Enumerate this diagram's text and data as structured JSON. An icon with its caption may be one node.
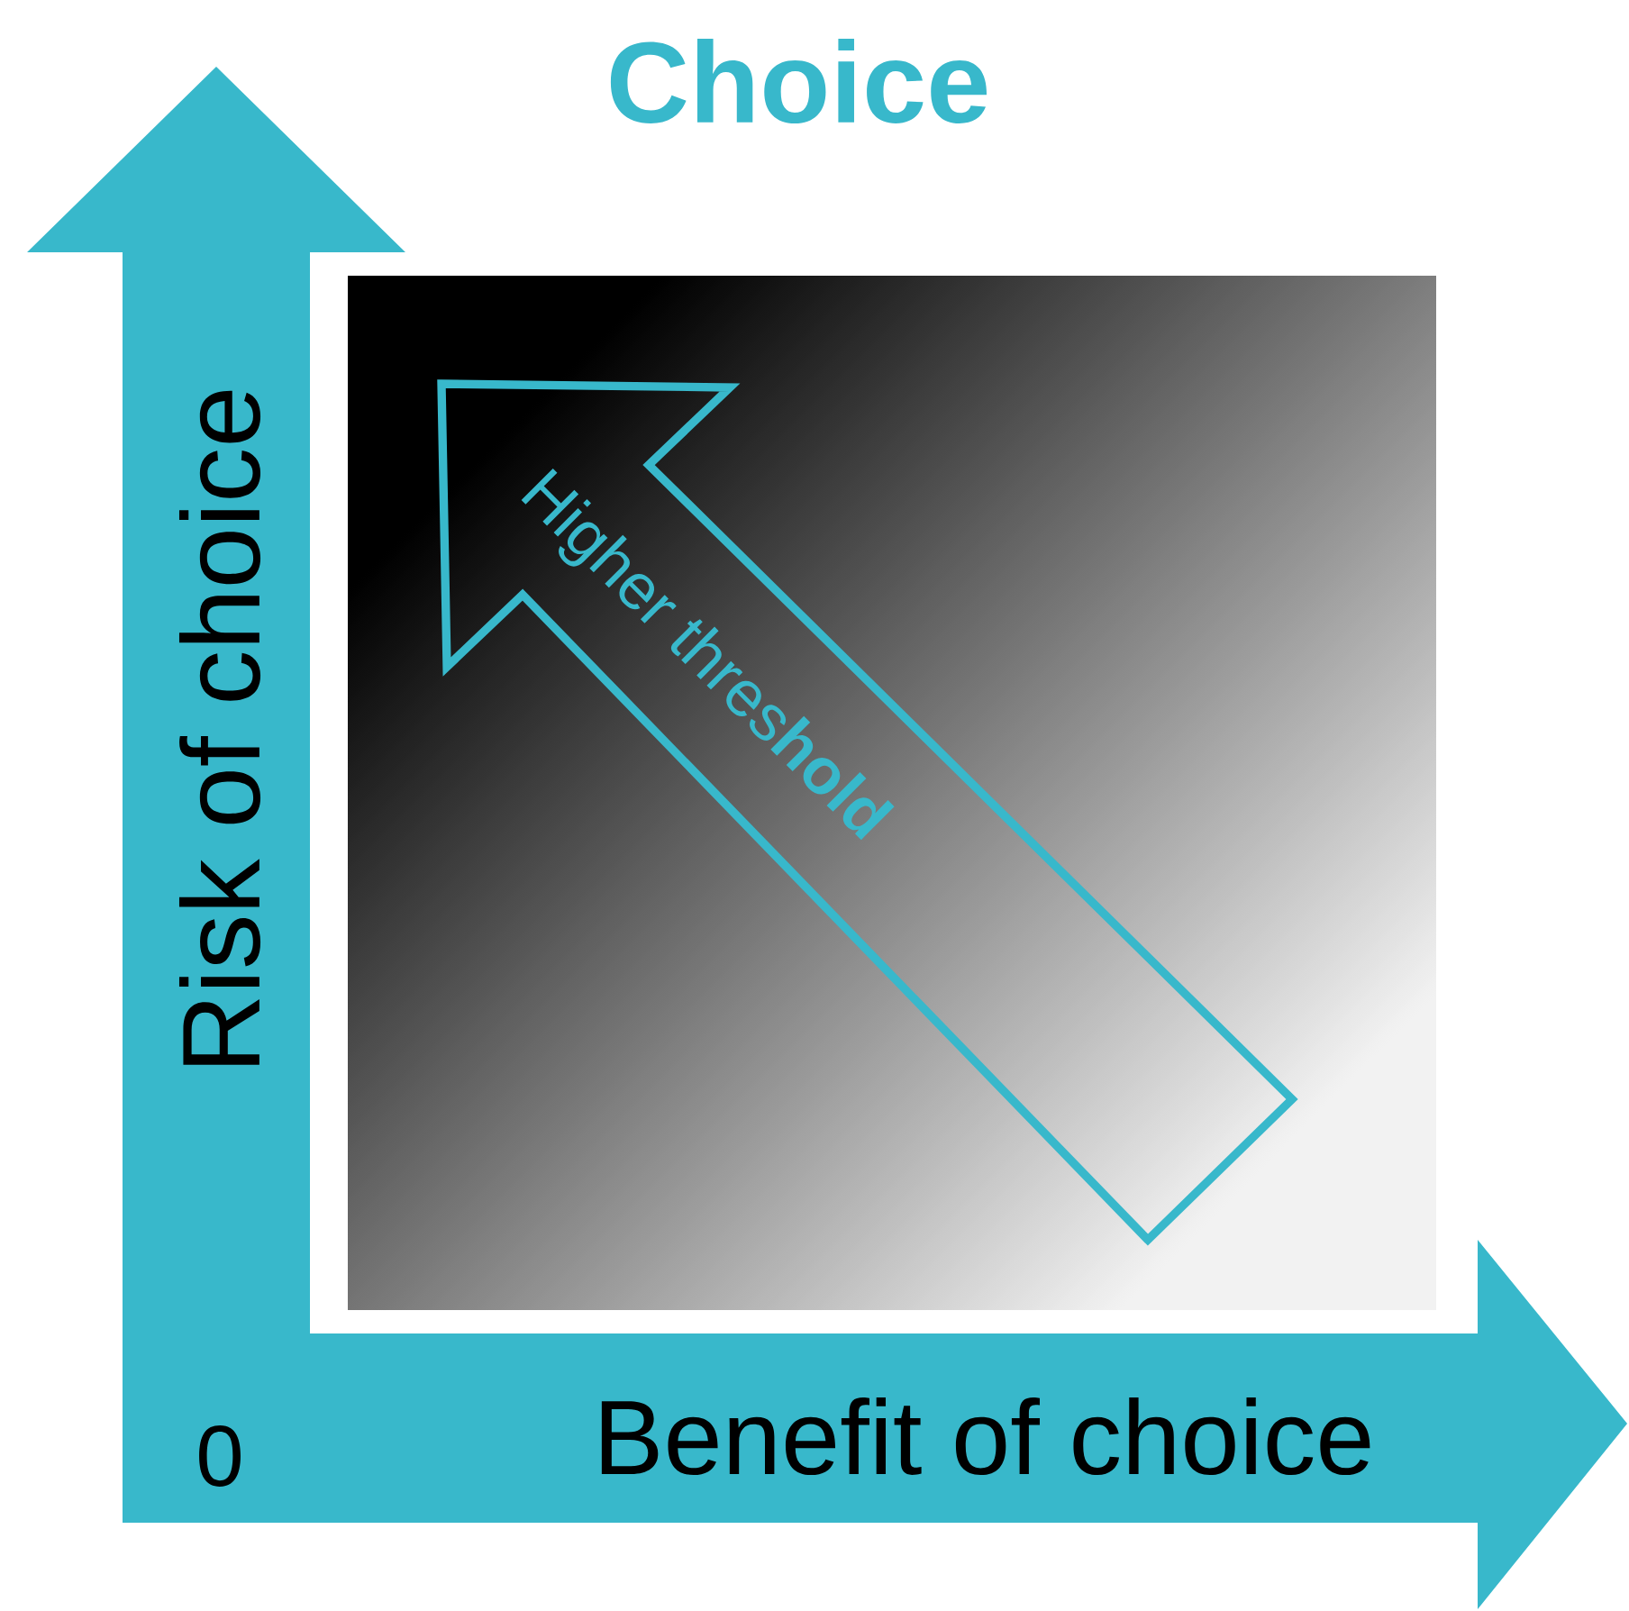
{
  "diagram": {
    "title": "Choice",
    "nodes": [
      {
        "text": [
          "Higher thres**hold**"
        ]
      }
    ],
    "labels": [
      "Risk of choice",
      "0",
      "Benefit of choice"
    ]
  }
}
